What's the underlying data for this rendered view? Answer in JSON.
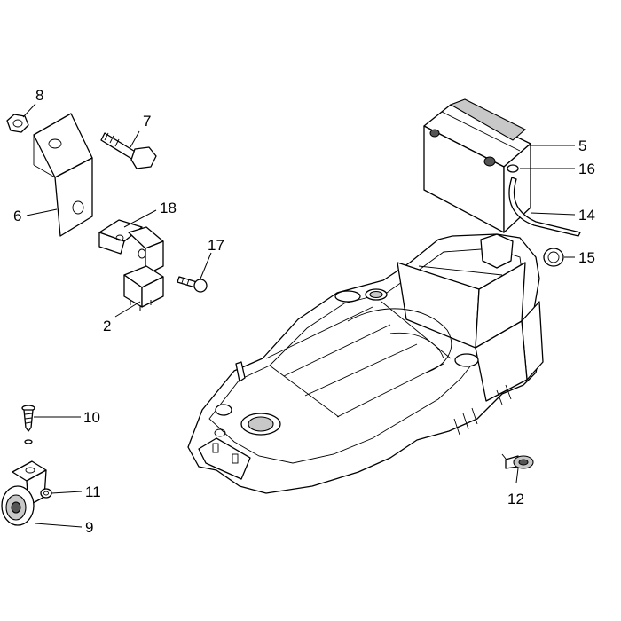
{
  "callouts": [
    {
      "id": "2",
      "label": "2"
    },
    {
      "id": "5",
      "label": "5"
    },
    {
      "id": "6",
      "label": "6"
    },
    {
      "id": "7",
      "label": "7"
    },
    {
      "id": "8",
      "label": "8"
    },
    {
      "id": "9",
      "label": "9"
    },
    {
      "id": "10",
      "label": "10"
    },
    {
      "id": "11",
      "label": "11"
    },
    {
      "id": "12",
      "label": "12"
    },
    {
      "id": "14",
      "label": "14"
    },
    {
      "id": "15",
      "label": "15"
    },
    {
      "id": "16",
      "label": "16"
    },
    {
      "id": "17",
      "label": "17"
    },
    {
      "id": "18",
      "label": "18"
    }
  ]
}
